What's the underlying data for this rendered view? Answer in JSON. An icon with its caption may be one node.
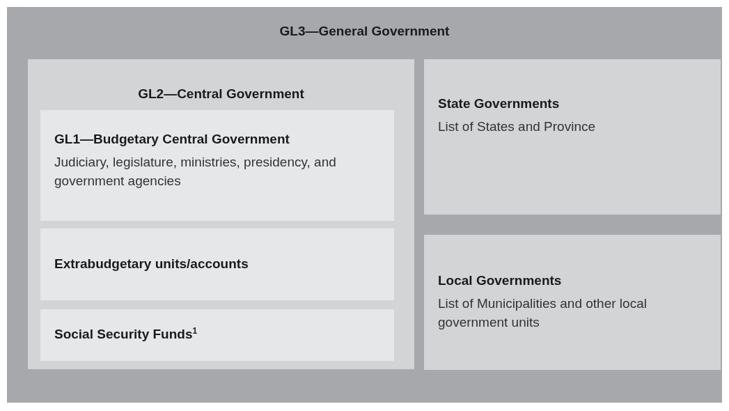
{
  "diagram": {
    "nodes": [
      {
        "text": [
          "GL3—General Government"
        ]
      },
      {
        "text": [
          "GL2—Central Government"
        ],
        "in": 0
      },
      {
        "text": [
          "GL1—Budgetary Central Government",
          "Judiciary, legislature, ministries, presidency, and government agencies"
        ],
        "in": 1
      },
      {
        "text": [
          "Extrabudgetary units/accounts"
        ],
        "in": 1
      },
      {
        "text": [
          "Social Security Funds$^{1}$"
        ],
        "in": 1
      },
      {
        "text": [
          "State Governments",
          "List of States and Province"
        ],
        "in": 0
      },
      {
        "text": [
          "Local Governments",
          "List of Municipalities and other local government units"
        ],
        "in": 0
      }
    ],
    "edges": []
  }
}
